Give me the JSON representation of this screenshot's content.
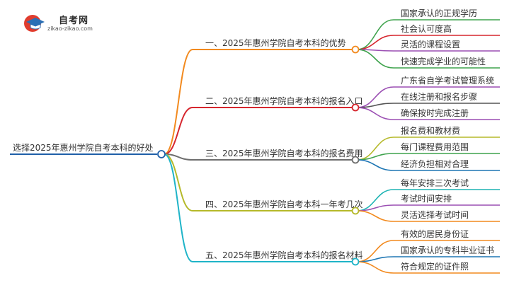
{
  "logo": {
    "title": "自考网",
    "subtitle": "zikao-zikao.com"
  },
  "root": {
    "label": "选择2025年惠州学院自考本科的好处"
  },
  "branches": [
    {
      "label": "一、2025年惠州学院自考本科的优势",
      "color": "#f28a1f",
      "children": [
        {
          "label": "国家承认的正规学历",
          "color": "#3fa34d"
        },
        {
          "label": "社会认可度高",
          "color": "#d6262e"
        },
        {
          "label": "灵活的课程设置",
          "color": "#9b4fb3"
        },
        {
          "label": "快速完成学业的可能性",
          "color": "#3fa34d"
        }
      ]
    },
    {
      "label": "二、2025年惠州学院自考本科的报名入口",
      "color": "#d6262e",
      "children": [
        {
          "label": "广东省自学考试管理系统",
          "color": "#9b4fb3"
        },
        {
          "label": "在线注册和报名步骤",
          "color": "#555555"
        },
        {
          "label": "确保按时完成注册",
          "color": "#9b4fb3"
        }
      ]
    },
    {
      "label": "三、2025年惠州学院自考本科的报名费用",
      "color": "#6e6e6e",
      "children": [
        {
          "label": "报名费和教材费",
          "color": "#b5b92a"
        },
        {
          "label": "每门课程费用范围",
          "color": "#3fa34d"
        },
        {
          "label": "经济负担相对合理",
          "color": "#1f77b4"
        }
      ]
    },
    {
      "label": "四、2025年惠州学院自考本科一年考几次",
      "color": "#b5b92a",
      "children": [
        {
          "label": "每年安排三次考试",
          "color": "#1fb4b4"
        },
        {
          "label": "考试时间安排",
          "color": "#9b4fb3"
        },
        {
          "label": "灵活选择考试时间",
          "color": "#f28a1f"
        }
      ]
    },
    {
      "label": "五、2025年惠州学院自考本科的报名材料",
      "color": "#1fb4c8",
      "children": [
        {
          "label": "有效的居民身份证",
          "color": "#f28a1f"
        },
        {
          "label": "国家承认的专科毕业证书",
          "color": "#1f77b4"
        },
        {
          "label": "符合规定的证件照",
          "color": "#f28a1f"
        }
      ]
    }
  ],
  "colors": {
    "root_line": "#1f5fa8",
    "text": "#333333"
  }
}
